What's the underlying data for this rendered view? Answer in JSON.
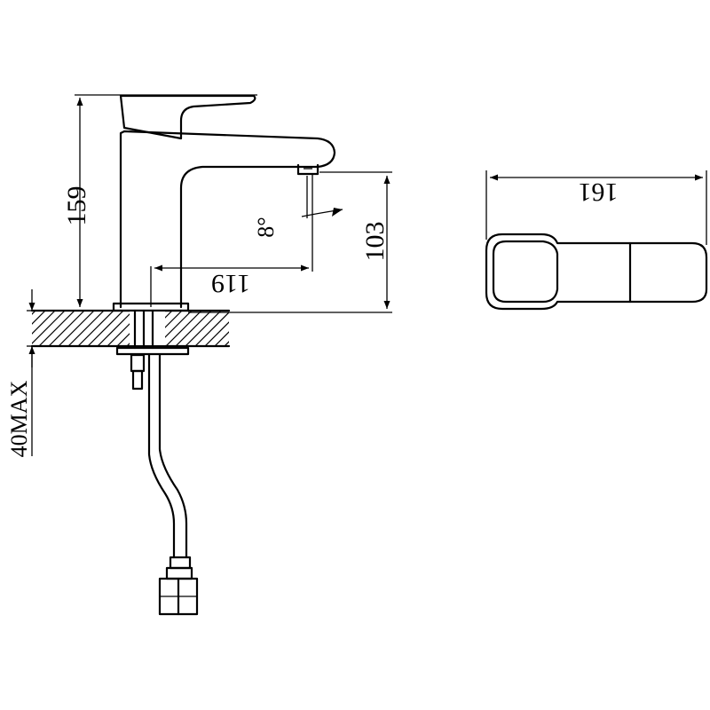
{
  "dimensions": {
    "height_total": "159",
    "spout_height": "103",
    "spout_reach": "119",
    "spout_angle": "8°",
    "deck_thickness": "40MAX",
    "handle_length": "161"
  },
  "colors": {
    "line": "#000000",
    "background": "#ffffff"
  }
}
